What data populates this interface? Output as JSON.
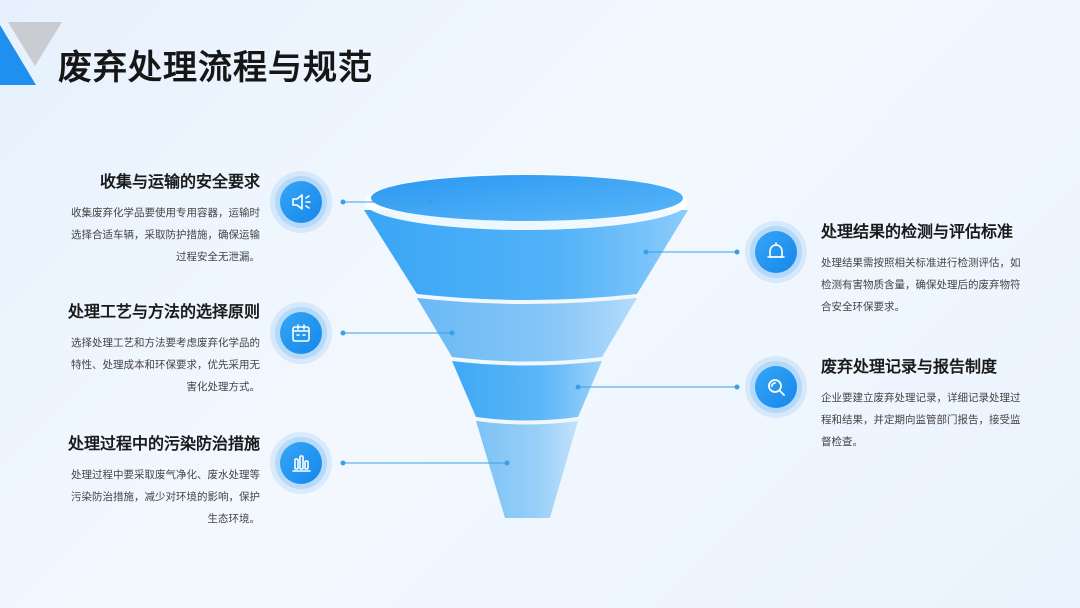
{
  "header": {
    "title": "废弃处理流程与规范"
  },
  "left_items": [
    {
      "title": "收集与运输的安全要求",
      "text": "收集废弃化学品要使用专用容器，运输时选择合适车辆，采取防护措施，确保运输过程安全无泄漏。",
      "icon": "megaphone-icon"
    },
    {
      "title": "处理工艺与方法的选择原则",
      "text": "选择处理工艺和方法要考虑废弃化学品的特性、处理成本和环保要求，优先采用无害化处理方式。",
      "icon": "calendar-icon"
    },
    {
      "title": "处理过程中的污染防治措施",
      "text": "处理过程中要采取废气净化、废水处理等污染防治措施，减少对环境的影响，保护生态环境。",
      "icon": "bar-chart-icon"
    }
  ],
  "right_items": [
    {
      "title": "处理结果的检测与评估标准",
      "text": "处理结果需按照相关标准进行检测评估，如检测有害物质含量，确保处理后的废弃物符合安全环保要求。",
      "icon": "bell-icon"
    },
    {
      "title": "废弃处理记录与报告制度",
      "text": "企业要建立废弃处理记录，详细记录处理过程和结果，并定期向监管部门报告，接受监督检查。",
      "icon": "search-icon"
    }
  ],
  "colors": {
    "accent": "#1a8bec",
    "funnel_light": "#9fd1fb",
    "funnel_dark": "#2f9cf3"
  }
}
